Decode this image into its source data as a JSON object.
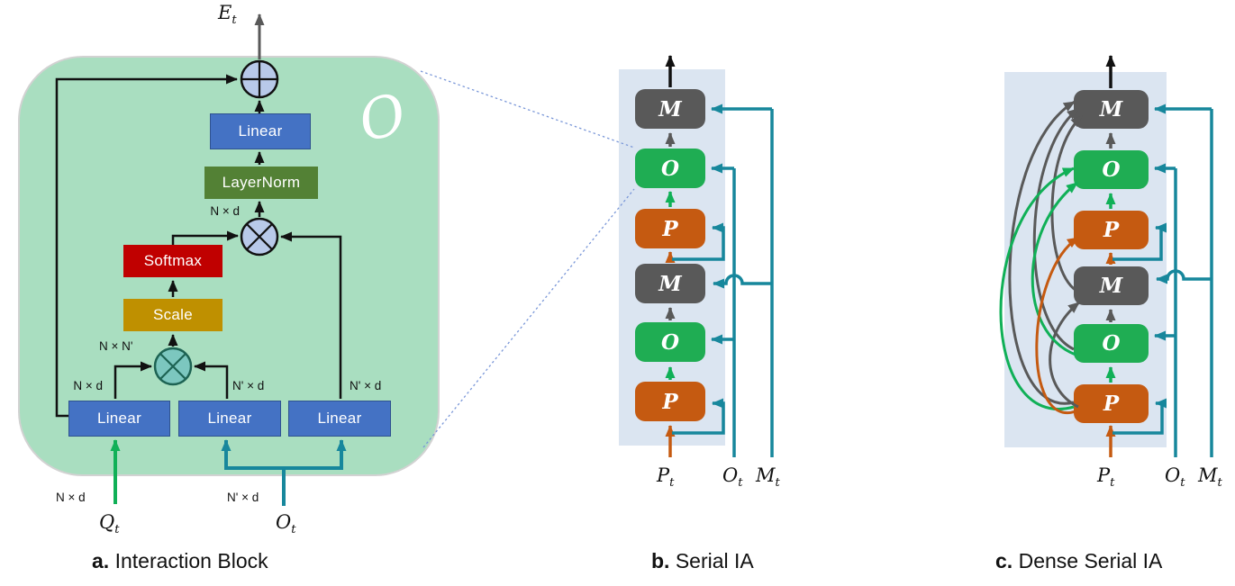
{
  "panel_a": {
    "caption": {
      "letter": "a.",
      "title": "Interaction Block"
    },
    "watermark": "O",
    "output": {
      "base": "E",
      "sub": "t"
    },
    "blocks": {
      "linear_out": "Linear",
      "layernorm": "LayerNorm",
      "softmax": "Softmax",
      "scale": "Scale",
      "linear_q": "Linear",
      "linear_k": "Linear",
      "linear_v": "Linear"
    },
    "dims": {
      "attn_out": "N × d",
      "scores": "N × N'",
      "q_proj": "N × d",
      "k_proj": "N' × d",
      "v_proj": "N' × d",
      "q_in": "N × d",
      "o_in": "N' × d"
    },
    "inputs": {
      "q": {
        "base": "Q",
        "sub": "t"
      },
      "o": {
        "base": "O",
        "sub": "t"
      }
    }
  },
  "panel_b": {
    "caption": {
      "letter": "b.",
      "title": "Serial IA"
    },
    "blocks": [
      {
        "label": "M",
        "type": "map"
      },
      {
        "label": "O",
        "type": "object"
      },
      {
        "label": "P",
        "type": "pedestrian"
      },
      {
        "label": "M",
        "type": "map"
      },
      {
        "label": "O",
        "type": "object"
      },
      {
        "label": "P",
        "type": "pedestrian"
      }
    ],
    "inputs": {
      "p": {
        "base": "P",
        "sub": "t"
      },
      "o": {
        "base": "O",
        "sub": "t"
      },
      "m": {
        "base": "M",
        "sub": "t"
      }
    }
  },
  "panel_c": {
    "caption": {
      "letter": "c.",
      "title": "Dense Serial IA"
    },
    "blocks": [
      {
        "label": "M",
        "type": "map"
      },
      {
        "label": "O",
        "type": "object"
      },
      {
        "label": "P",
        "type": "pedestrian"
      },
      {
        "label": "M",
        "type": "map"
      },
      {
        "label": "O",
        "type": "object"
      },
      {
        "label": "P",
        "type": "pedestrian"
      }
    ],
    "inputs": {
      "p": {
        "base": "P",
        "sub": "t"
      },
      "o": {
        "base": "O",
        "sub": "t"
      },
      "m": {
        "base": "M",
        "sub": "t"
      }
    }
  },
  "colors": {
    "panel_a_bg": "#a9dec0",
    "panel_bc_bg": "#dbe5f1",
    "linear_blue": "#4472c4",
    "layernorm_green": "#538135",
    "softmax_red": "#c00000",
    "scale_gold": "#bf9000",
    "block_m_gray": "#595959",
    "block_o_green": "#1fad53",
    "block_p_orange": "#c55a11",
    "teal_line": "#17879c",
    "green_arrow": "#10b057",
    "orange_arrow": "#c55a11",
    "gray_arrow": "#595959",
    "add_circle_fill": "#b8c9e9",
    "matmul_circle_fill": "#7cc7bf",
    "zoom_link_blue": "#7a97d8"
  }
}
